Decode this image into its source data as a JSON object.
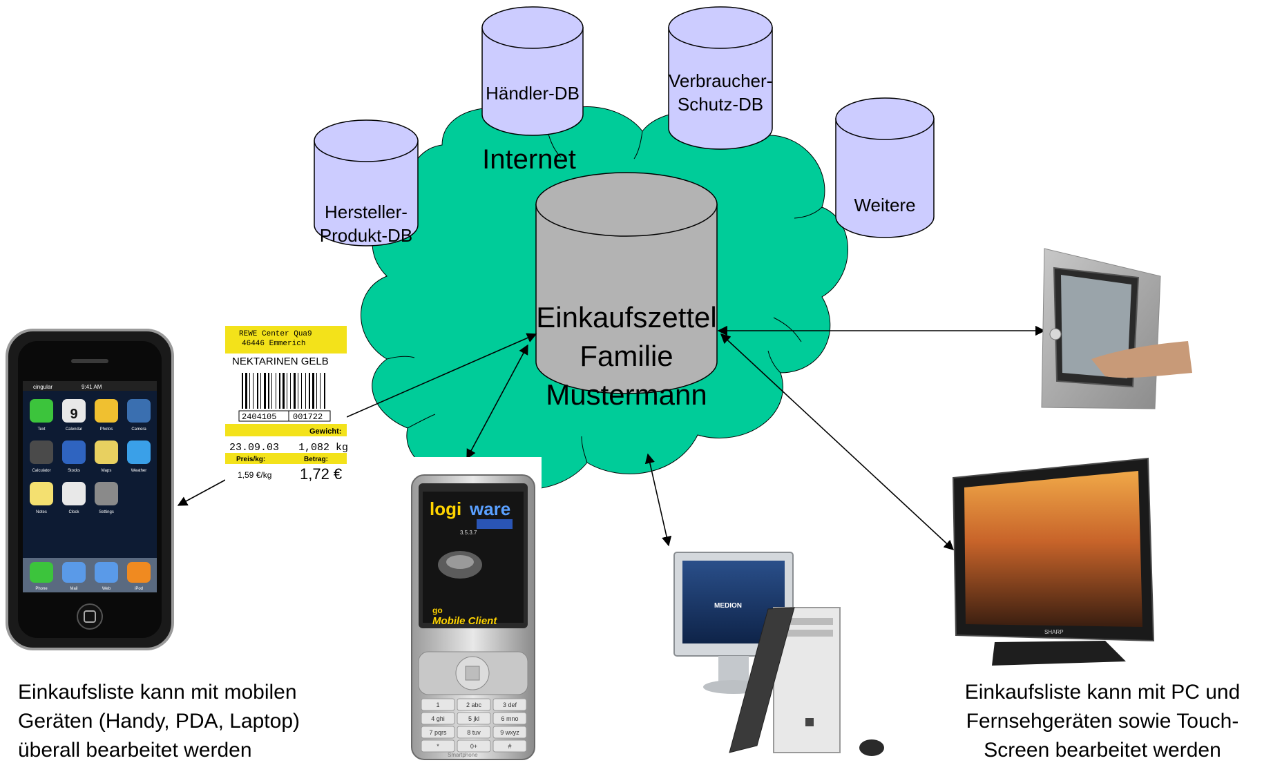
{
  "cloud": {
    "label": "Internet",
    "color": "#00cc99"
  },
  "central_db": {
    "lines": [
      "Einkaufszettel",
      "Familie",
      "Mustermann"
    ],
    "color": "#b3b3b3"
  },
  "databases": [
    {
      "id": "hersteller",
      "lines": [
        "Hersteller-",
        "Produkt-DB"
      ]
    },
    {
      "id": "haendler",
      "lines": [
        "Händler-DB"
      ]
    },
    {
      "id": "verbraucher",
      "lines": [
        "Verbraucher-",
        "Schutz-DB"
      ]
    },
    {
      "id": "weitere",
      "lines": [
        "Weitere"
      ]
    }
  ],
  "db_color": "#ccccff",
  "receipt": {
    "store": "REWE Center Qua9",
    "city": "46446 Emmerich",
    "product": "NEKTARINEN GELB",
    "barcode_left": "2404105",
    "barcode_right": "001722",
    "weight_label": "Gewicht:",
    "date": "23.09.03",
    "weight": "1,082 kg",
    "price_per_kg_label": "Preis/kg:",
    "amount_label": "Betrag:",
    "price_per_kg": "1,59 €/kg",
    "amount": "1,72 €"
  },
  "iphone": {
    "carrier": "cingular",
    "time": "9:41 AM",
    "calendar_day": "9",
    "apps": [
      "Text",
      "Calendar",
      "Photos",
      "Camera",
      "Calculator",
      "Stocks",
      "Maps",
      "Weather",
      "Notes",
      "Clock",
      "Settings"
    ],
    "dock": [
      "Phone",
      "Mail",
      "Web",
      "iPod"
    ]
  },
  "smartphone": {
    "brand_a": "logi",
    "brand_b": "ware",
    "version": "3.5.3.7",
    "go": "go",
    "client": "Mobile Client",
    "keys": [
      "1",
      "2 abc",
      "3 def",
      "4 ghi",
      "5 jkl",
      "6 mno",
      "7 pqrs",
      "8 tuv",
      "9 wxyz",
      "*",
      "0+",
      "#"
    ],
    "os_label": "Smartphone"
  },
  "pc": {
    "monitor_brand": "MEDION"
  },
  "tv": {
    "brand": "SHARP"
  },
  "captions": {
    "left": [
      "Einkaufsliste kann mit mobilen",
      "Geräten (Handy, PDA, Laptop)",
      "überall bearbeitet werden"
    ],
    "right": [
      "Einkaufsliste kann mit PC und",
      "Fernsehgeräten sowie Touch-",
      "Screen bearbeitet werden"
    ]
  }
}
